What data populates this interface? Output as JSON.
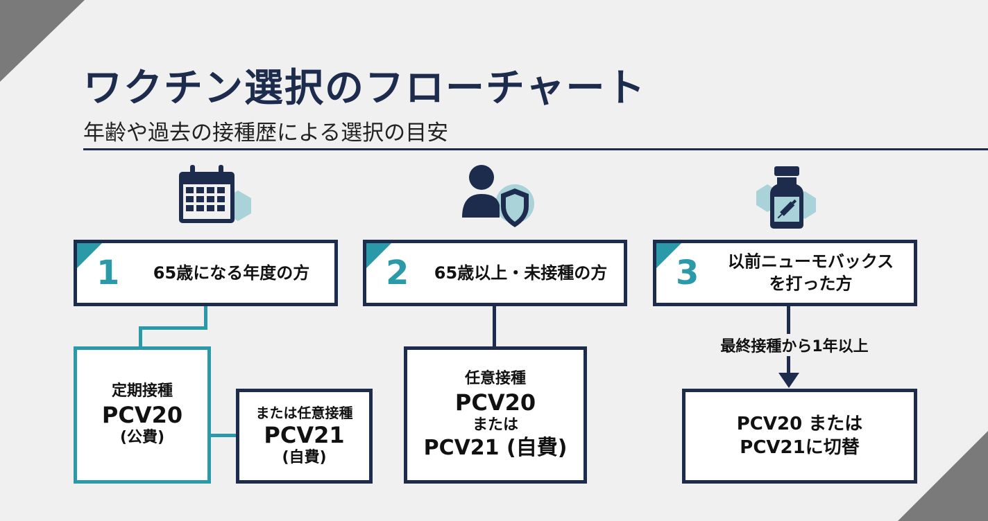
{
  "header": {
    "title": "ワクチン選択のフローチャート",
    "subtitle": "年齢や過去の接種歴による選択の目安"
  },
  "colors": {
    "navy": "#1d2b4d",
    "teal": "#2a9aa8",
    "background": "#f0f0f0"
  },
  "columns": [
    {
      "icon": "calendar-icon",
      "number": "1",
      "label": "65歳になる年度の方",
      "primary": {
        "line1": "定期接種",
        "line2": "PCV20",
        "line3": "(公費)"
      },
      "secondary": {
        "line1": "または任意接種",
        "line2": "PCV21",
        "line3": "(自費)"
      }
    },
    {
      "icon": "person-shield-icon",
      "number": "2",
      "label": "65歳以上・未接種の方",
      "result": {
        "line1": "任意接種",
        "line2": "PCV20",
        "line3": "または",
        "line4": "PCV21 (自費)"
      }
    },
    {
      "icon": "vaccine-vial-syringe-icon",
      "number": "3",
      "label_line1": "以前ニューモバックス",
      "label_line2": "を打った方",
      "arrow_label": "最終接種から1年以上",
      "result": {
        "line1": "PCV20 または",
        "line2": "PCV21に切替"
      }
    }
  ]
}
